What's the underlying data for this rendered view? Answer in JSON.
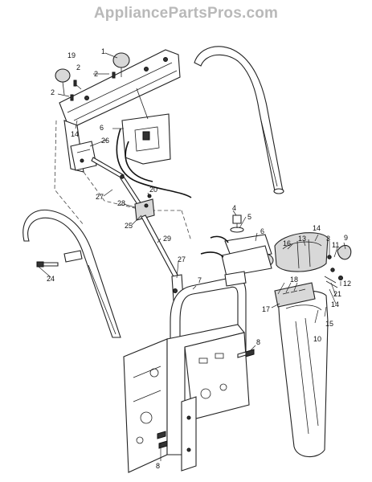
{
  "watermark": "AppliancePartsPros.com",
  "callouts": {
    "c1": "1",
    "c2a": "2",
    "c2b": "2",
    "c2c": "2",
    "c19": "19",
    "c6a": "6",
    "c26": "26",
    "c14a": "14",
    "c27a": "27",
    "c28": "28",
    "c20": "20",
    "c25": "25",
    "c29": "29",
    "c27b": "27",
    "c24": "24",
    "c4": "4",
    "c5": "5",
    "c6b": "6",
    "c14b": "14",
    "c13": "13",
    "c16": "16",
    "c3": "3",
    "c11": "11",
    "c9": "9",
    "c12": "12",
    "c18": "18",
    "c21": "21",
    "c14c": "14",
    "c17": "17",
    "c15": "15",
    "c10": "10",
    "c7": "7",
    "c8a": "8",
    "c8b": "8"
  }
}
